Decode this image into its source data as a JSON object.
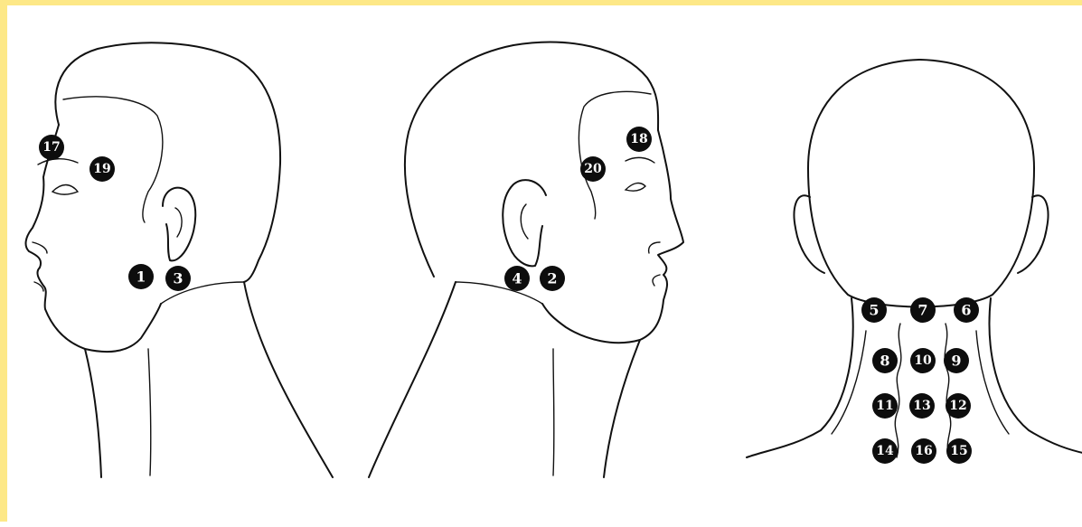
{
  "colors": {
    "frame": "#fde887",
    "ink": "#0d0d0d",
    "marker_text": "#ffffff"
  },
  "views": [
    {
      "name": "left-profile",
      "points": [
        "1",
        "3",
        "17",
        "19"
      ]
    },
    {
      "name": "right-profile",
      "points": [
        "2",
        "4",
        "18",
        "20"
      ]
    },
    {
      "name": "back-of-neck",
      "points": [
        "5",
        "6",
        "7",
        "8",
        "9",
        "10",
        "11",
        "12",
        "13",
        "14",
        "15",
        "16"
      ]
    }
  ],
  "points": {
    "p1": "1",
    "p2": "2",
    "p3": "3",
    "p4": "4",
    "p5": "5",
    "p6": "6",
    "p7": "7",
    "p8": "8",
    "p9": "9",
    "p10": "10",
    "p11": "11",
    "p12": "12",
    "p13": "13",
    "p14": "14",
    "p15": "15",
    "p16": "16",
    "p17": "17",
    "p18": "18",
    "p19": "19",
    "p20": "20"
  }
}
